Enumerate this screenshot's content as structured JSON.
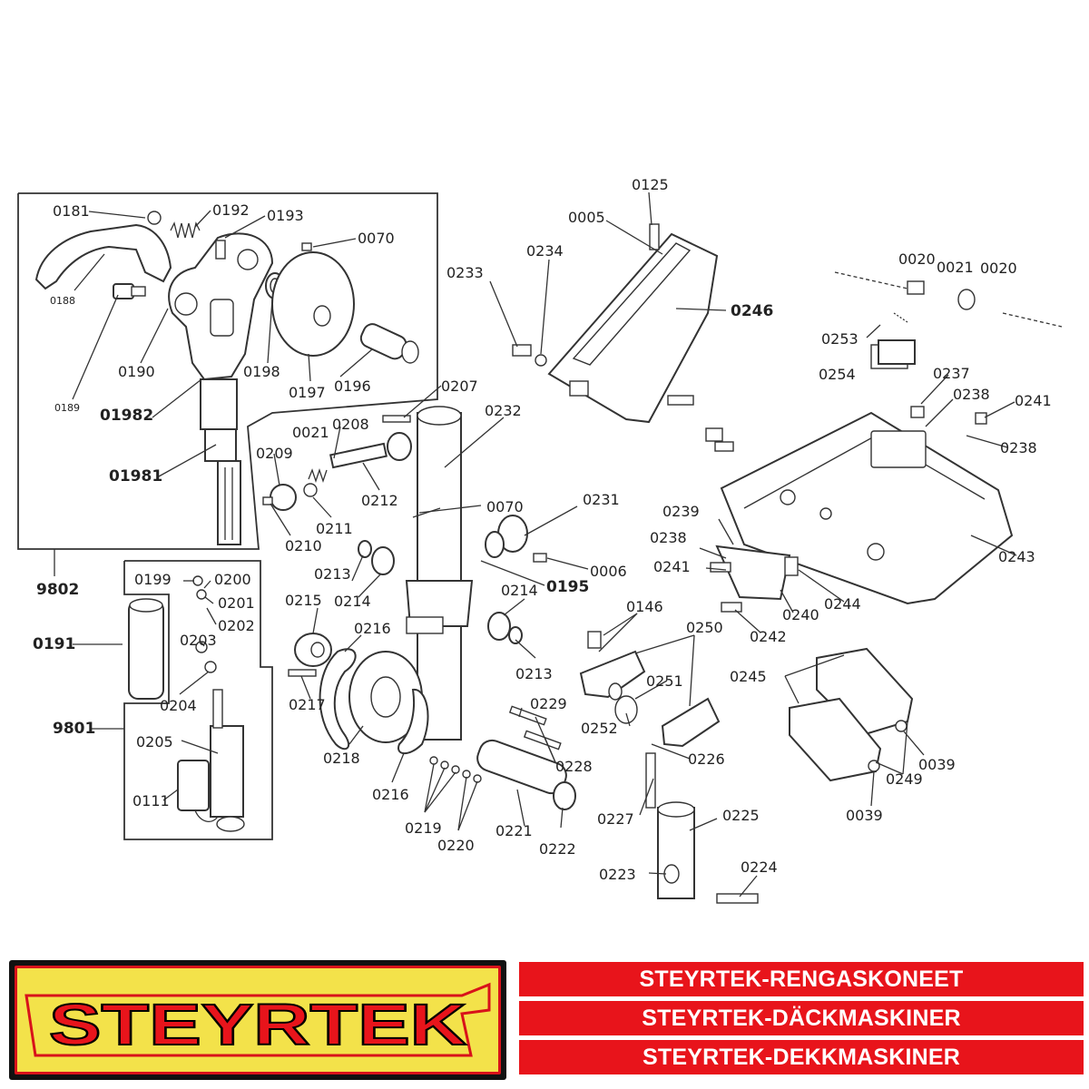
{
  "diagram": {
    "labels": [
      "0181",
      "0192",
      "0193",
      "0070",
      "0188",
      "0190",
      "0189",
      "0198",
      "0197",
      "0196",
      "01982",
      "01981",
      "9802",
      "0125",
      "0005",
      "0234",
      "0233",
      "0246",
      "0207",
      "0232",
      "0021",
      "0208",
      "0209",
      "0212",
      "0211",
      "0210",
      "0070",
      "0231",
      "0006",
      "0195",
      "0213",
      "0214",
      "0215",
      "0216",
      "0214",
      "0213",
      "0217",
      "0218",
      "0216",
      "0219",
      "0220",
      "0221",
      "0222",
      "0229",
      "0228",
      "0020",
      "0021",
      "0020",
      "0253",
      "0254",
      "0237",
      "0238",
      "0241",
      "0238",
      "0239",
      "0238",
      "0241",
      "0240",
      "0244",
      "0243",
      "0242",
      "0146",
      "0250",
      "0251",
      "0252",
      "0226",
      "0245",
      "0039",
      "0249",
      "0039",
      "0227",
      "0225",
      "0223",
      "0224",
      "0199",
      "0200",
      "0201",
      "0202",
      "0203",
      "0191",
      "0204",
      "9801",
      "0205",
      "0111"
    ]
  },
  "banner": {
    "logo_text": "STEYRTEK",
    "lines": [
      "STEYRTEK-RENGASKONEET",
      "STEYRTEK-DÄCKMASKINER",
      "STEYRTEK-DEKKMASKINER"
    ]
  },
  "colors": {
    "banner_red": "#e8141b",
    "logo_yellow": "#f3e24a",
    "logo_border": "#d8121a"
  }
}
